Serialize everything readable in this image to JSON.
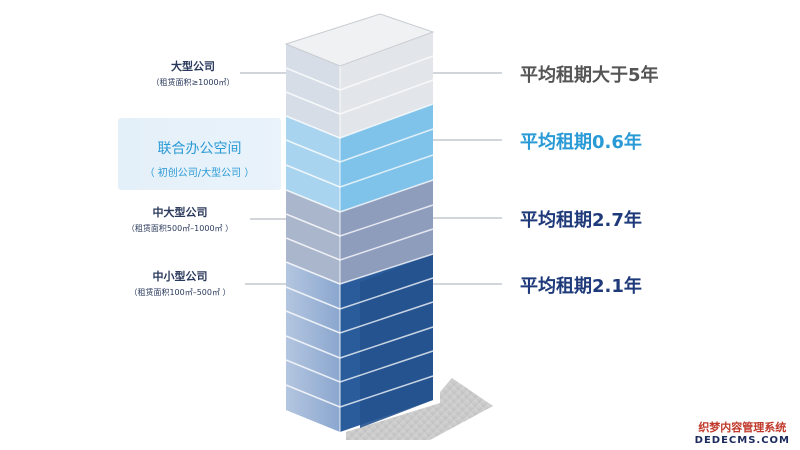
{
  "left_labels": {
    "large": {
      "title": "大型公司",
      "subtitle": "（租赁面积≥1000㎡）"
    },
    "cowork": {
      "title": "联合办公空间",
      "subtitle": "（ 初创公司/大型公司 ）"
    },
    "mid_large": {
      "title": "中大型公司",
      "subtitle": "（租赁面积500㎡–1000㎡ ）"
    },
    "mid_small": {
      "title": "中小型公司",
      "subtitle": "（租赁面积100㎡–500㎡ ）"
    }
  },
  "right_labels": {
    "large": "平均租期大于5年",
    "cowork": "平均租期0.6年",
    "mid_large": "平均租期2.7年",
    "mid_small": "平均租期2.1年"
  },
  "colors": {
    "large_text": "#555555",
    "cowork_text": "#2a9ad6",
    "mid_text": "#1f3a7a",
    "left_text": "#2b3a5c"
  },
  "watermark": {
    "line1": "织梦内容管理系统",
    "line2": "DEDECMS.COM"
  }
}
